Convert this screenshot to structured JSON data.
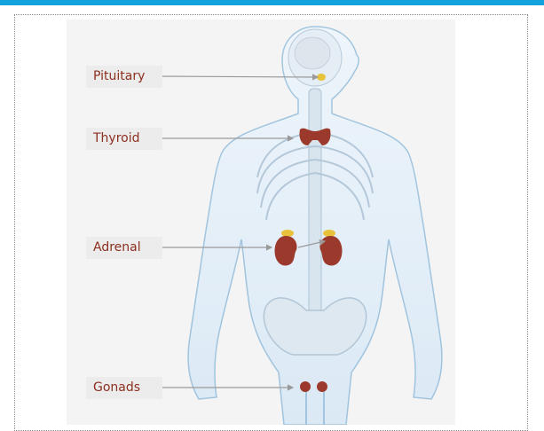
{
  "diagram": {
    "labels": [
      {
        "id": "pituitary",
        "text": "Pituitary"
      },
      {
        "id": "thyroid",
        "text": "Thyroid"
      },
      {
        "id": "adrenal",
        "text": "Adrenal"
      },
      {
        "id": "gonads",
        "text": "Gonads"
      }
    ]
  },
  "colors": {
    "accent_bar": "#12a3df",
    "label_text": "#8c2f1f",
    "body_outline": "#8fb9d8",
    "body_fill": "#e3eff8",
    "organ": "#9b3a2c",
    "gland": "#e8c23a",
    "leader_line": "#9a9a9a"
  }
}
